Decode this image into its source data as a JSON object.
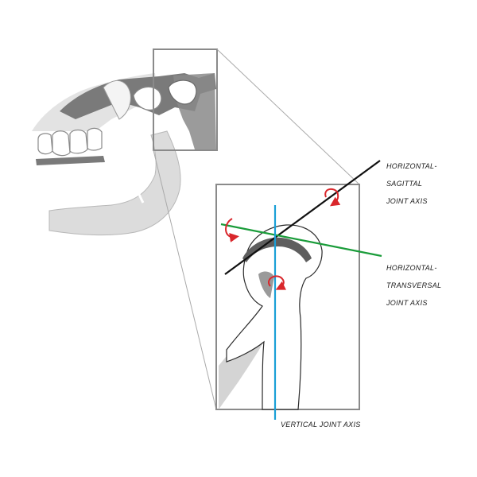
{
  "labels": {
    "sagittal_line1": "HORIZONTAL-",
    "sagittal_line2": "SAGITTAL",
    "sagittal_line3": "JOINT AXIS",
    "transversal_line1": "HORIZONTAL-",
    "transversal_line2": "TRANSVERSAL",
    "transversal_line3": "JOINT AXIS",
    "vertical": "VERTICAL JOINT AXIS"
  },
  "colors": {
    "sagittal_axis": "#111111",
    "transversal_axis": "#1a9c3a",
    "vertical_axis": "#1a9fd6",
    "rotation_arrow": "#d9262b",
    "bone_dark": "#7a7a7a",
    "bone_light": "#d6d6d6",
    "frame": "#888888"
  },
  "icons": [
    "rotation-arrow-icon"
  ]
}
